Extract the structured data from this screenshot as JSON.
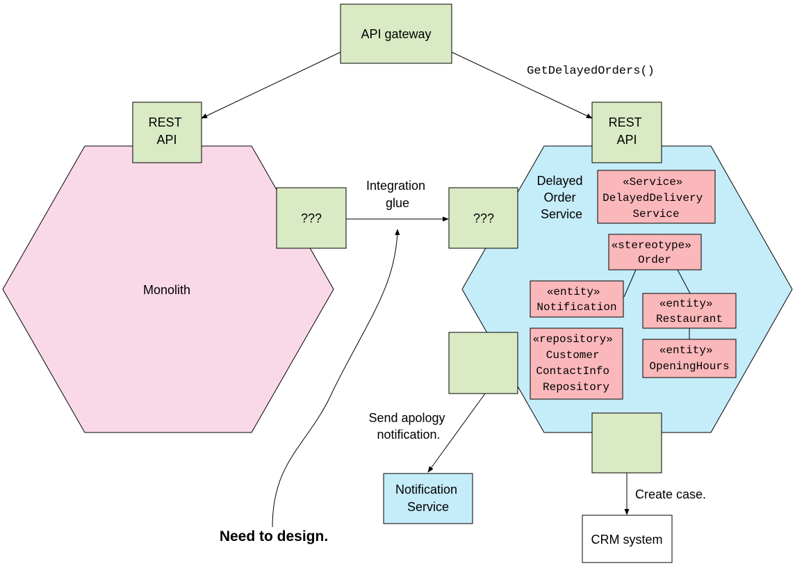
{
  "colors": {
    "monolith_fill": "#f9d8e8",
    "service_fill": "#c5ecf9",
    "green_box": "#d9eac4",
    "red_box": "#fbb8ba",
    "notification_fill": "#c5ecf9",
    "crm_fill": "#ffffff",
    "stroke": "#000000"
  },
  "api_gateway": {
    "label": "API gateway"
  },
  "call_label": "GetDelayedOrders()",
  "monolith": {
    "label": "Monolith",
    "rest_api": [
      "REST",
      "API"
    ],
    "adapter": "???"
  },
  "integration_glue": [
    "Integration",
    "glue"
  ],
  "delayed_order_service": {
    "label": [
      "Delayed",
      "Order",
      "Service"
    ],
    "rest_api": [
      "REST",
      "API"
    ],
    "adapter": "???",
    "classes": {
      "service": [
        "«Service»",
        "DelayedDelivery",
        "Service"
      ],
      "order": [
        "«stereotype»",
        "Order"
      ],
      "notification": [
        "«entity»",
        "Notification"
      ],
      "restaurant": [
        "«entity»",
        "Restaurant"
      ],
      "opening_hours": [
        "«entity»",
        "OpeningHours"
      ],
      "repository": [
        "«repository»",
        "Customer",
        "ContactInfo",
        "Repository"
      ]
    }
  },
  "send_apology": [
    "Send apology",
    "notification."
  ],
  "notification_service": [
    "Notification",
    "Service"
  ],
  "create_case": "Create case.",
  "crm_system": "CRM system",
  "need_to_design": "Need to design."
}
